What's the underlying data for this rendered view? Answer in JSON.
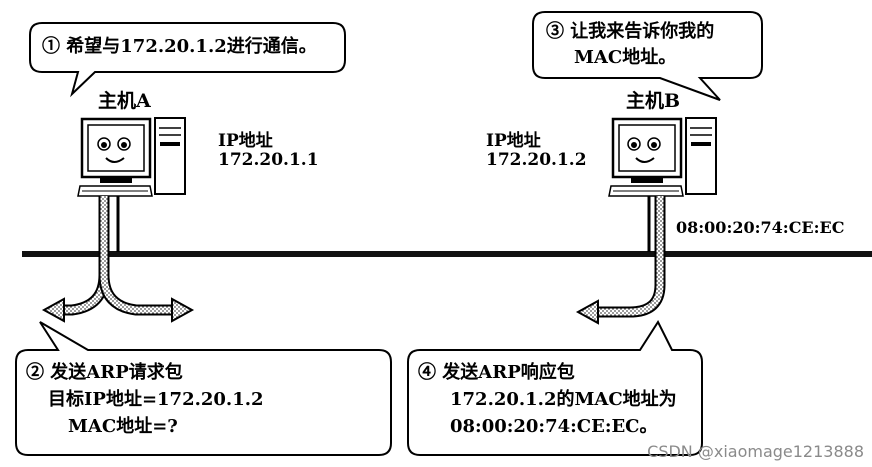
{
  "bubble1": {
    "text": "① 希望与172.20.1.2进行通信。"
  },
  "bubble3": {
    "line1": "③ 让我来告诉你我的",
    "line2": "MAC地址。"
  },
  "hostA": {
    "name": "主机A",
    "ip_label": "IP地址",
    "ip": "172.20.1.1"
  },
  "hostB": {
    "name": "主机B",
    "ip_label": "IP地址",
    "ip": "172.20.1.2",
    "mac": "08:00:20:74:CE:EC"
  },
  "bubble2": {
    "line1": "② 发送ARP请求包",
    "line2": "目标IP地址=172.20.1.2",
    "line3": "MAC地址=?"
  },
  "bubble4": {
    "line1": "④ 发送ARP响应包",
    "line2": "172.20.1.2的MAC地址为",
    "line3": "08:00:20:74:CE:EC。"
  },
  "watermark": "CSDN @xiaomage1213888"
}
